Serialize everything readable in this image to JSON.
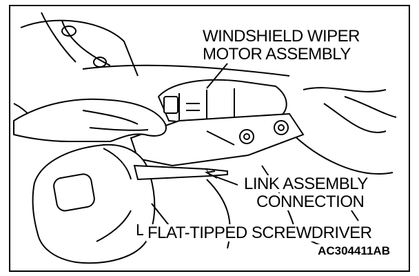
{
  "labels": {
    "wiper_motor_line1": "WINDSHIELD WIPER",
    "wiper_motor_line2": "MOTOR ASSEMBLY",
    "link_line1": "LINK ASSEMBLY",
    "link_line2": "CONNECTION",
    "screwdriver": "FLAT-TIPPED SCREWDRIVER",
    "figure_code": "AC304411AB"
  },
  "colors": {
    "line": "#000000",
    "background": "#ffffff"
  }
}
